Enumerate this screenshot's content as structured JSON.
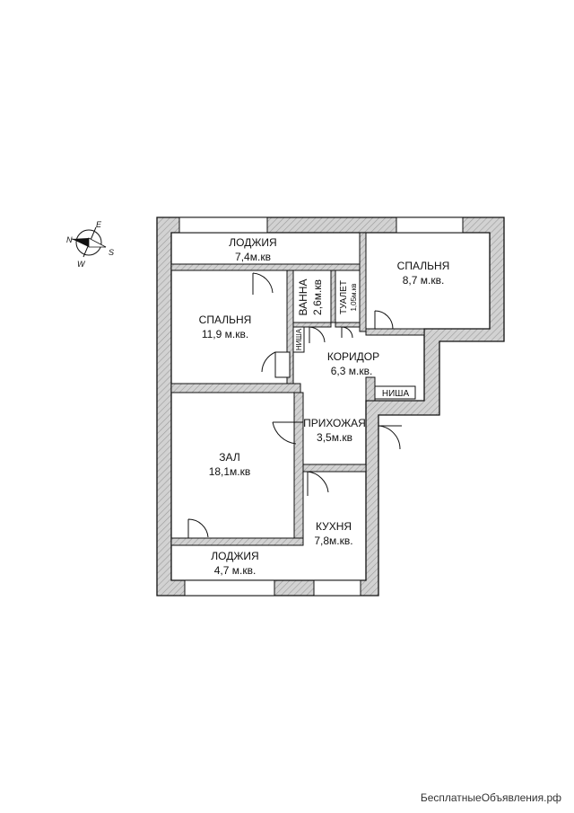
{
  "rooms": {
    "loggia_top": {
      "name": "ЛОДЖИЯ",
      "area": "7,4м.кв"
    },
    "bedroom_right": {
      "name": "СПАЛЬНЯ",
      "area": "8,7 м.кв."
    },
    "bedroom_left": {
      "name": "СПАЛЬНЯ",
      "area": "11,9 м.кв."
    },
    "bath": {
      "name": "ВАННА",
      "area": "2,6м.кв"
    },
    "toilet": {
      "name": "ТУАЛЕТ",
      "area": "1,05м.кв"
    },
    "corridor": {
      "name": "КОРИДОР",
      "area": "6,3 м.кв."
    },
    "hallway": {
      "name": "ПРИХОЖАЯ",
      "area": "3,5м.кв"
    },
    "hall": {
      "name": "ЗАЛ",
      "area": "18,1м.кв"
    },
    "kitchen": {
      "name": "КУХНЯ",
      "area": "7,8м.кв."
    },
    "loggia_bottom": {
      "name": "ЛОДЖИЯ",
      "area": "4,7 м.кв."
    }
  },
  "niches": {
    "left": "НИША",
    "right": "НИША"
  },
  "compass": {
    "n": "N",
    "e": "E",
    "s": "S",
    "w": "W"
  },
  "watermark": "БесплатныеОбъявления.рф",
  "colors": {
    "wall_fill": "#d2d2d2",
    "line": "#111111",
    "background": "#ffffff"
  }
}
